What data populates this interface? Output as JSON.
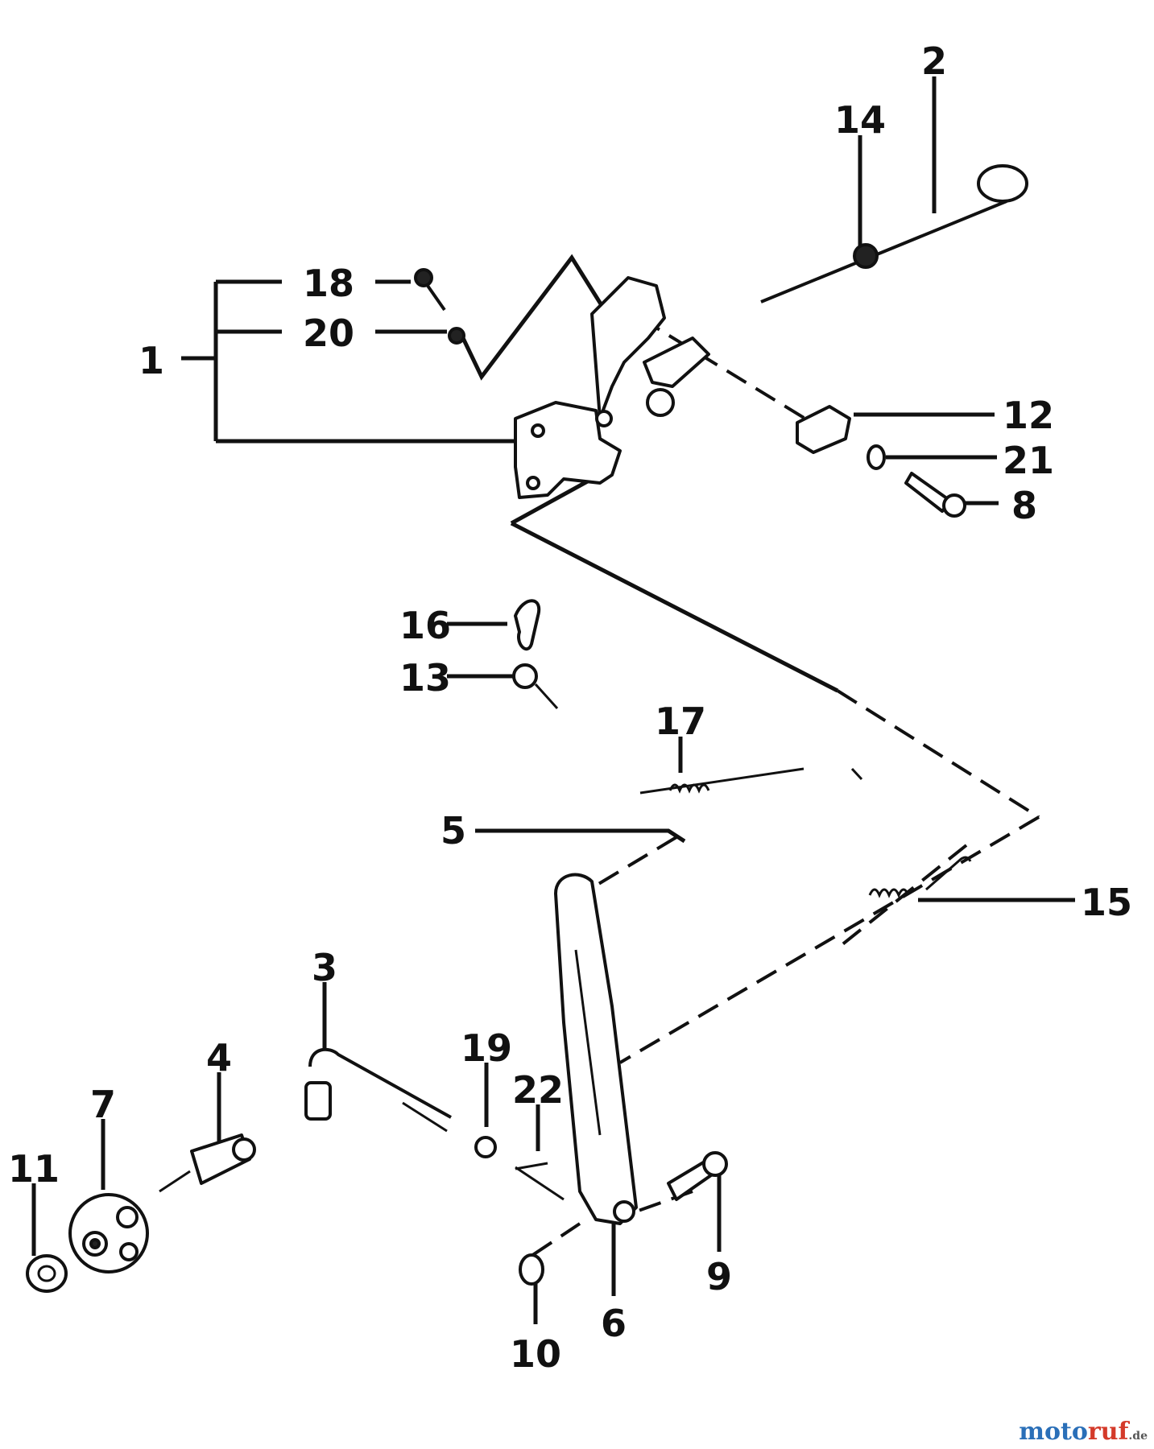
{
  "callouts": {
    "c1": "1",
    "c2": "2",
    "c3": "3",
    "c4": "4",
    "c5": "5",
    "c6": "6",
    "c7": "7",
    "c8": "8",
    "c9": "9",
    "c10": "10",
    "c11": "11",
    "c12": "12",
    "c13": "13",
    "c14": "14",
    "c15": "15",
    "c16": "16",
    "c17": "17",
    "c18": "18",
    "c19": "19",
    "c20": "20",
    "c21": "21",
    "c22": "22"
  },
  "watermark": {
    "part_a": "moto",
    "part_b": "ruf",
    "part_c": ".de"
  },
  "colors": {
    "ink": "#111111",
    "brand_blue": "#2a6fb8",
    "brand_red": "#d43a2a"
  }
}
